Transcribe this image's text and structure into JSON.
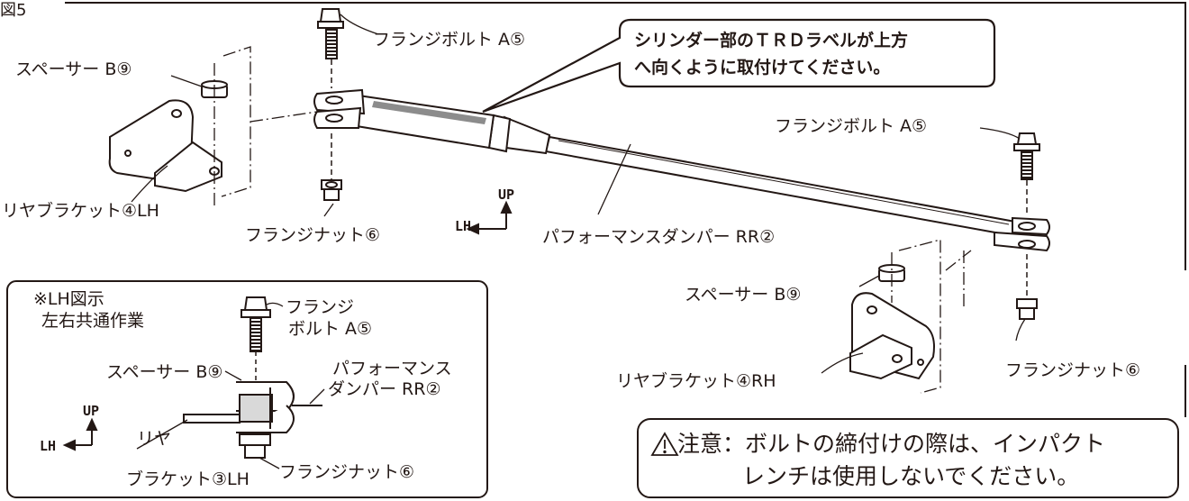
{
  "figure_id": "図5",
  "labels": {
    "flange_bolt_top": "フランジボルト A⑤",
    "flange_bolt_right": "フランジボルト A⑤",
    "spacer_left": "スペーサー B⑨",
    "spacer_right": "スペーサー B⑨",
    "bracket_lh": "リヤブラケット④LH",
    "bracket_rh": "リヤブラケット④RH",
    "nut_center": "フランジナット⑥",
    "nut_right": "フランジナット⑥",
    "damper": "パフォーマンスダンパー RR②"
  },
  "callout": {
    "line1": "シリンダー部のＴＲＤラベルが上方",
    "line2": "へ向くように取付けてください。"
  },
  "axis": {
    "up": "UP",
    "lh": "LH"
  },
  "inset": {
    "title1": "※LH図示",
    "title2": "左右共通作業",
    "bolt_line1": "フランジ",
    "bolt_line2": "ボルト A⑤",
    "spacer": "スペーサー B⑨",
    "damper_line1": "パフォーマンス",
    "damper_line2": "ダンパー RR②",
    "bracket_line1": "リヤ",
    "bracket_line2": "ブラケット③LH",
    "nut": "フランジナット⑥",
    "up": "UP",
    "lh": "LH"
  },
  "caution": {
    "icon": "warning-triangle-icon",
    "line1": "注意：ボルトの締付けの際は、インパクト",
    "line2": "レンチは使用しないでください。"
  }
}
